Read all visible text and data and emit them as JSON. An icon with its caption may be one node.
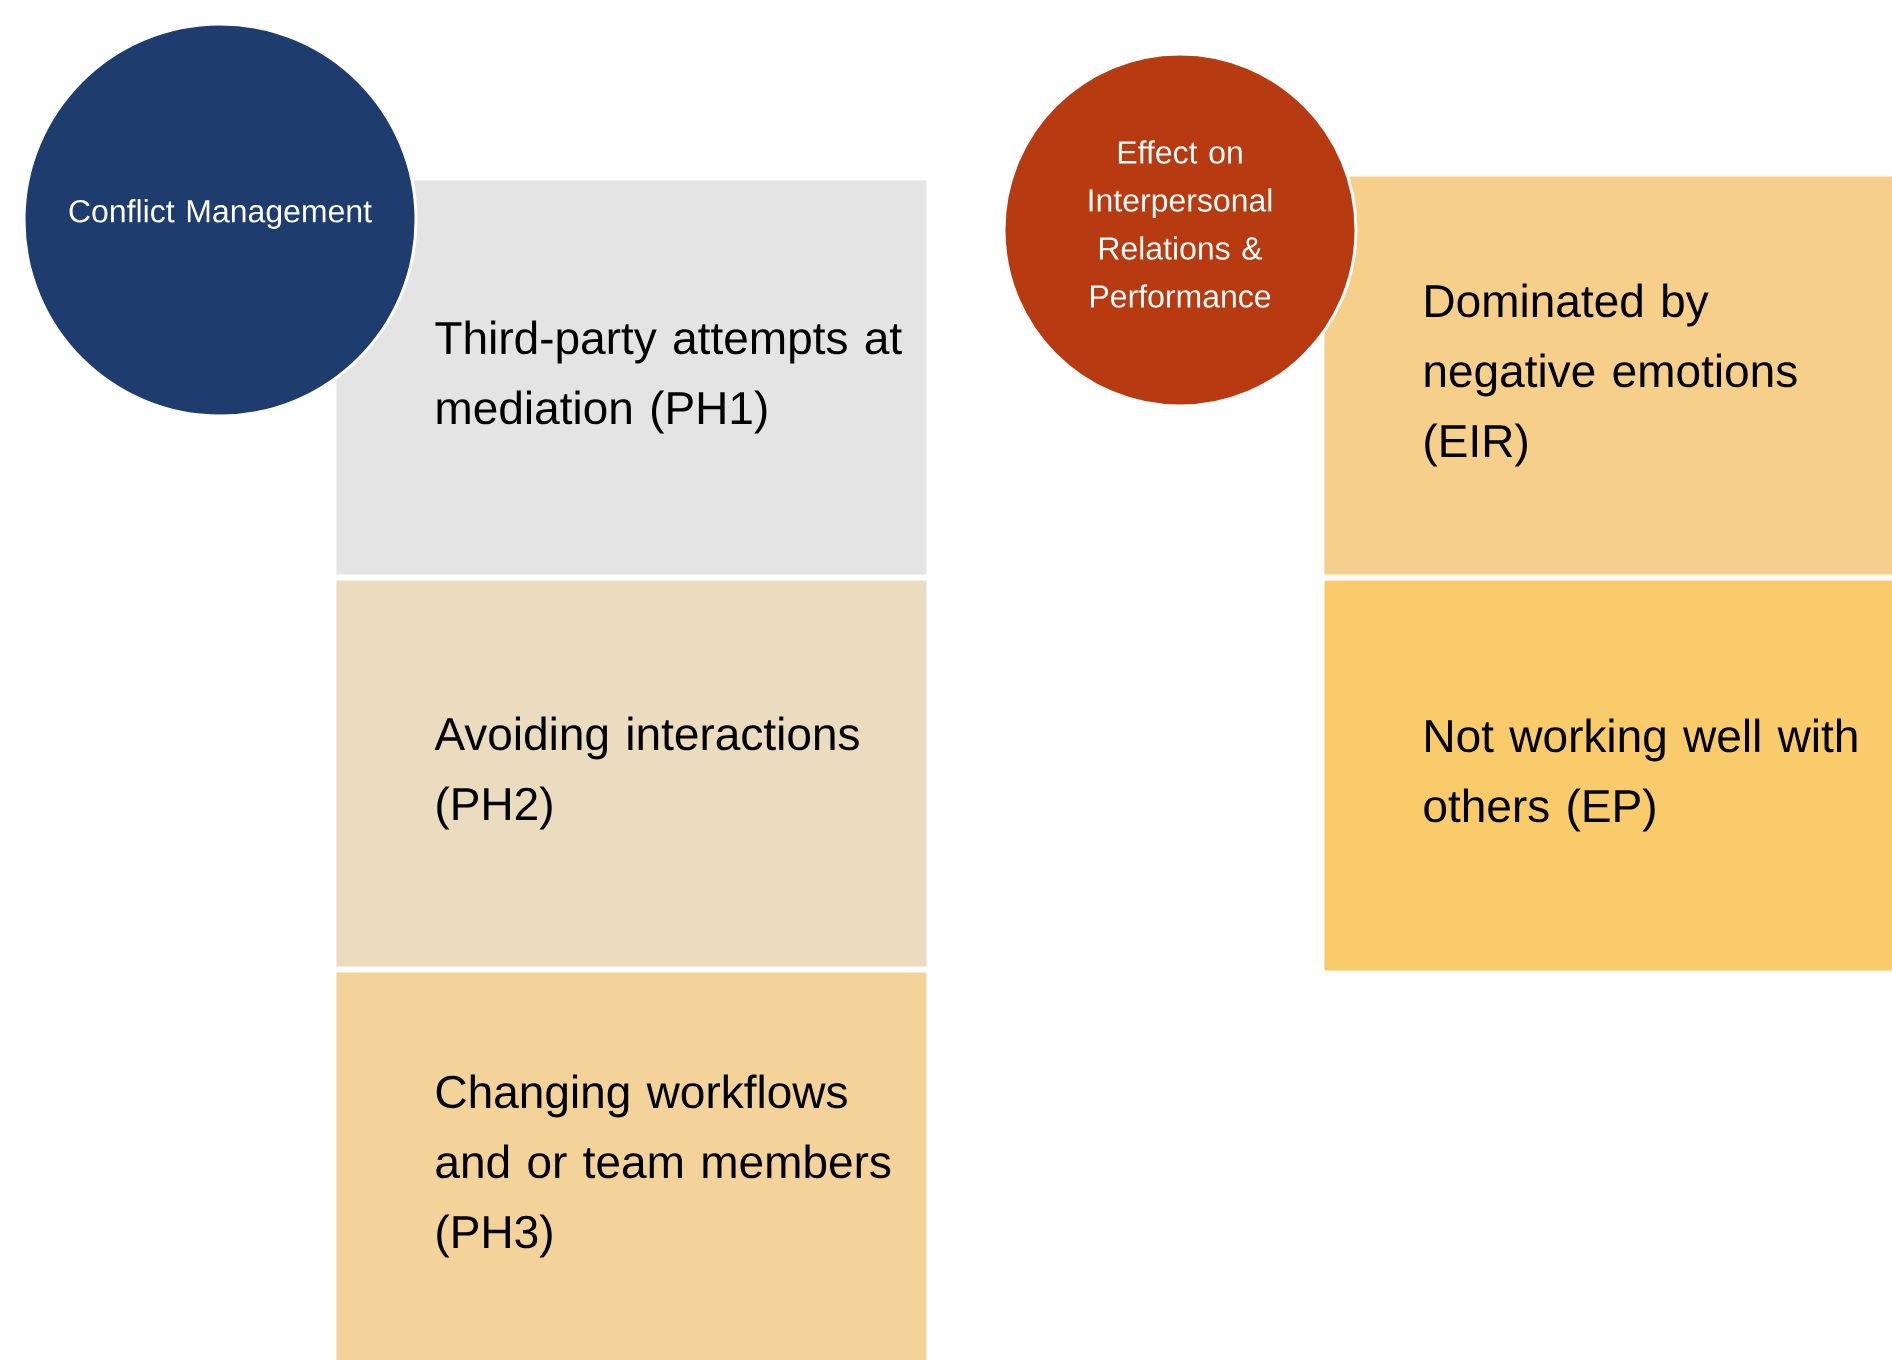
{
  "diagram": {
    "nodes": [
      {
        "text": [
          "Conflict Management"
        ]
      },
      {
        "text": [
          "Third-party attempts at mediation (PH1)"
        ]
      },
      {
        "text": [
          "Avoiding interactions (PH2)"
        ]
      },
      {
        "text": [
          "Changing workflows and or team members (PH3)"
        ]
      },
      {
        "text": [
          "Effect on Interpersonal Relations & Performance"
        ]
      },
      {
        "text": [
          "Dominated by negative emotions (EIR)"
        ]
      },
      {
        "text": [
          "Not working well with others (EP)"
        ]
      }
    ]
  }
}
